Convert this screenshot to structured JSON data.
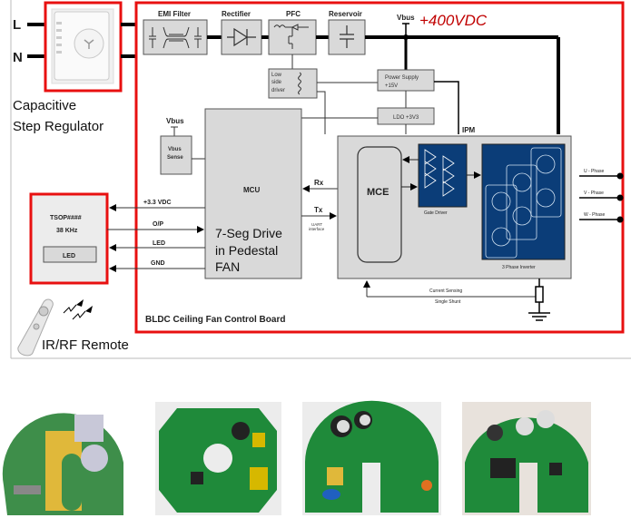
{
  "mains": {
    "line": "L",
    "neutral": "N"
  },
  "regulator": {
    "caption_line1": "Capacitive",
    "caption_line2": "Step Regulator"
  },
  "power_chain": {
    "emi": "EMI Filter",
    "rectifier": "Rectifier",
    "pfc": "PFC",
    "reservoir": "Reservoir",
    "vbus": "Vbus",
    "vbus_value": "+400VDC"
  },
  "low_side_driver": {
    "line1": "Low",
    "line2": "side",
    "line3": "driver"
  },
  "power_supply": {
    "line1": "Power Supply",
    "line2": "+15V"
  },
  "ldo": "LDO +3V3",
  "vbus_sense": {
    "vbus": "Vbus",
    "line1": "Vbus",
    "line2": "Sense"
  },
  "mcu": {
    "title": "MCU",
    "desc1": "7-Seg Drive",
    "desc2": "in Pedestal",
    "desc3": "FAN",
    "rx": "Rx",
    "tx": "Tx",
    "uart1": "UART",
    "uart2": "interface"
  },
  "ipm": {
    "title": "IPM",
    "mce": "MCE",
    "gate_driver": "Gate Driver",
    "inverter": "3 Phase Inverter"
  },
  "phases": [
    "U - Phase",
    "V - Phase",
    "W - Phase"
  ],
  "sensing": {
    "line1": "Current Sensing",
    "line2": "Single Shunt"
  },
  "receiver": {
    "part": "TSOP####",
    "freq": "38 KHz",
    "led": "LED"
  },
  "signals": [
    "+3.3 VDC",
    "O/P",
    "LED",
    "GND"
  ],
  "remote": "IR/RF Remote",
  "board_title": "BLDC Ceiling Fan Control Board",
  "colors": {
    "board_border": "#e81010",
    "vbus_text": "#c00000",
    "block_fill": "#d9d9d9",
    "ipm_blue": "#0b3d78",
    "pcb_green": "#1f8a3a"
  },
  "photos": [
    {
      "name": "pcb-layout-render"
    },
    {
      "name": "pcb-photo-ring"
    },
    {
      "name": "pcb-photo-u-shape"
    },
    {
      "name": "pcb-photo-u-shape-2"
    }
  ]
}
